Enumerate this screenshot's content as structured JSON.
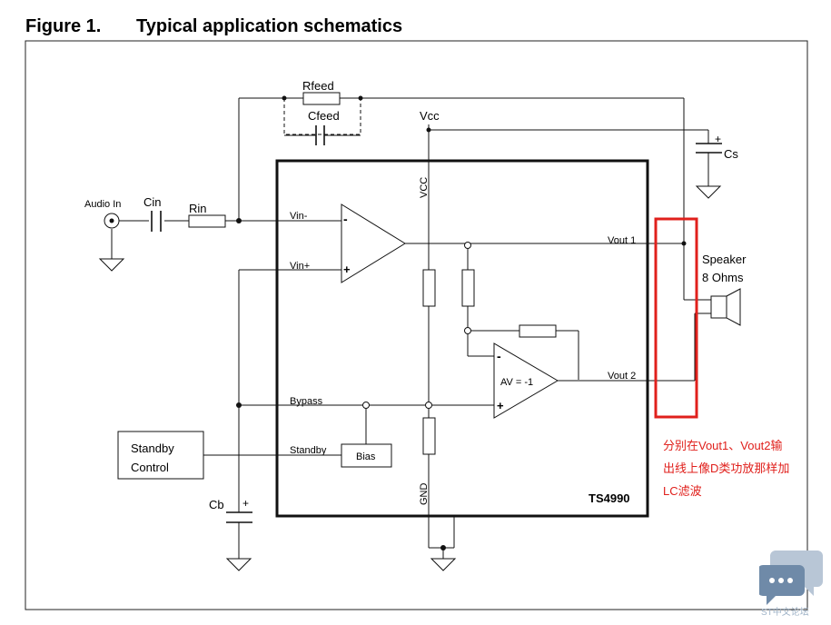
{
  "figure": {
    "number": "Figure 1.",
    "title": "Typical application schematics"
  },
  "labels": {
    "rfeed": "Rfeed",
    "cfeed": "Cfeed",
    "vcc_top": "Vcc",
    "cs": "Cs",
    "cs_plus": "+",
    "audio_in": "Audio In",
    "cin": "Cin",
    "rin": "Rin",
    "vin_minus": "Vin-",
    "vin_plus": "Vin+",
    "vcc_pin": "VCC",
    "opamp1_minus": "-",
    "opamp1_plus": "+",
    "vout1": "Vout 1",
    "speaker": "Speaker",
    "speaker_ohms": "8 Ohms",
    "opamp2_minus": "-",
    "opamp2_plus": "+",
    "av": "AV = -1",
    "vout2": "Vout 2",
    "bypass": "Bypass",
    "standby_pin": "Standby",
    "standby_control_1": "Standby",
    "standby_control_2": "Control",
    "bias": "Bias",
    "cb": "Cb",
    "cb_plus": "+",
    "gnd_pin": "GND",
    "chip": "TS4990"
  },
  "annotation": {
    "line1": "分别在Vout1、Vout2输",
    "line2": "出线上像D类功放那样加",
    "line3": "LC滤波",
    "color": "#e0201c"
  },
  "watermark": {
    "text": "ST中文论坛"
  }
}
